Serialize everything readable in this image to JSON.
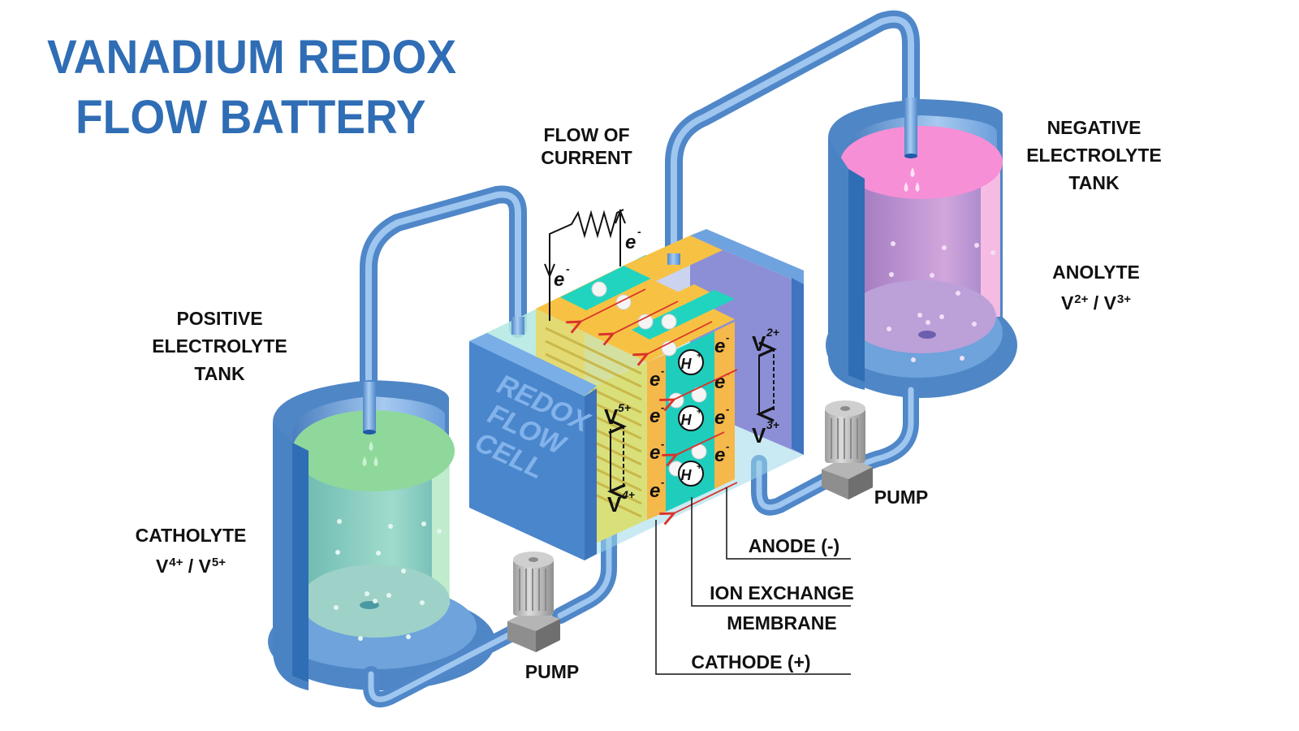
{
  "title": {
    "line1": "VANADIUM REDOX",
    "line2": "FLOW BATTERY"
  },
  "colors": {
    "title_blue": "#2f6db5",
    "tank_blue": "#4f86c6",
    "pipe_blue": "#6ea3dc",
    "catholyte_green": "#8fd89b",
    "anolyte_pink": "#f38fd3",
    "anolyte_purple": "#b896d2",
    "electrode_orange": "#f7b84a",
    "membrane_teal": "#1fcdbd",
    "cell_block_blue": "#4a86cc",
    "negative_plate_purple": "#8c8fd6",
    "pump_gray": "#a8a8a8",
    "reaction_arrow_red": "#d9332b"
  },
  "labels": {
    "flow_of_current": [
      "FLOW OF",
      "CURRENT"
    ],
    "negative_tank": [
      "NEGATIVE",
      "ELECTROLYTE",
      "TANK"
    ],
    "positive_tank": [
      "POSITIVE",
      "ELECTROLYTE",
      "TANK"
    ],
    "anolyte": {
      "name": "ANOLYTE",
      "ion1": "V",
      "ion1_charge": "2+",
      "sep": "/",
      "ion2": "V",
      "ion2_charge": "3+"
    },
    "catholyte": {
      "name": "CATHOLYTE",
      "ion1": "V",
      "ion1_charge": "4+",
      "sep": "/",
      "ion2": "V",
      "ion2_charge": "5+"
    },
    "pump_right": "PUMP",
    "pump_left": "PUMP",
    "anode": "ANODE (-)",
    "membrane": [
      "ION EXCHANGE",
      "MEMBRANE"
    ],
    "cathode": "CATHODE (+)",
    "cell_block": [
      "REDOX",
      "FLOW",
      "CELL"
    ]
  },
  "cell_symbols": {
    "electron": "e",
    "electron_charge": "-",
    "proton": "H",
    "proton_charge": "+",
    "vanadium": "V",
    "cathode_top_ion_charge": "5+",
    "cathode_bottom_ion_charge": "4+",
    "anode_top_ion_charge": "2+",
    "anode_bottom_ion_charge": "3+"
  }
}
